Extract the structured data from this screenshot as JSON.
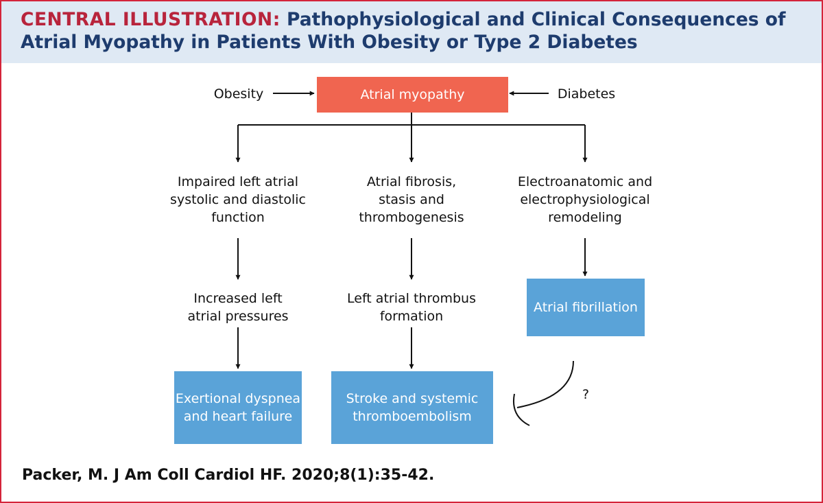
{
  "header": {
    "title_lead": "CENTRAL ILLUSTRATION:",
    "title_rest": " Pathophysiological and Clinical Consequences of Atrial Myopathy in Patients With Obesity or Type 2 Diabetes"
  },
  "diagram": {
    "input_left": "Obesity",
    "center_node": "Atrial myopathy",
    "input_right": "Diabetes",
    "branch_1": {
      "level_1": "Impaired left atrial systolic and diastolic function",
      "level_2": "Increased left atrial pressures",
      "outcome": "Exertional dyspnea and heart failure"
    },
    "branch_2": {
      "level_1": "Atrial fibrosis, stasis and thrombogenesis",
      "level_2": "Left atrial thrombus formation",
      "outcome": "Stroke and systemic thromboembolism"
    },
    "branch_3": {
      "level_1": "Electroanatomic and electrophysiological remodeling",
      "level_2": "Atrial fibrillation"
    },
    "uncertain_link_label": "?"
  },
  "citation": "Packer, M. J Am Coll Cardiol HF. 2020;8(1):35-42.",
  "colors": {
    "title_lead": "#b8243c",
    "title": "#1e3c6e",
    "header_bg": "#dfe9f4",
    "red_box": "#f06550",
    "blue_box": "#5aa3d8",
    "frame": "#d4243a"
  }
}
